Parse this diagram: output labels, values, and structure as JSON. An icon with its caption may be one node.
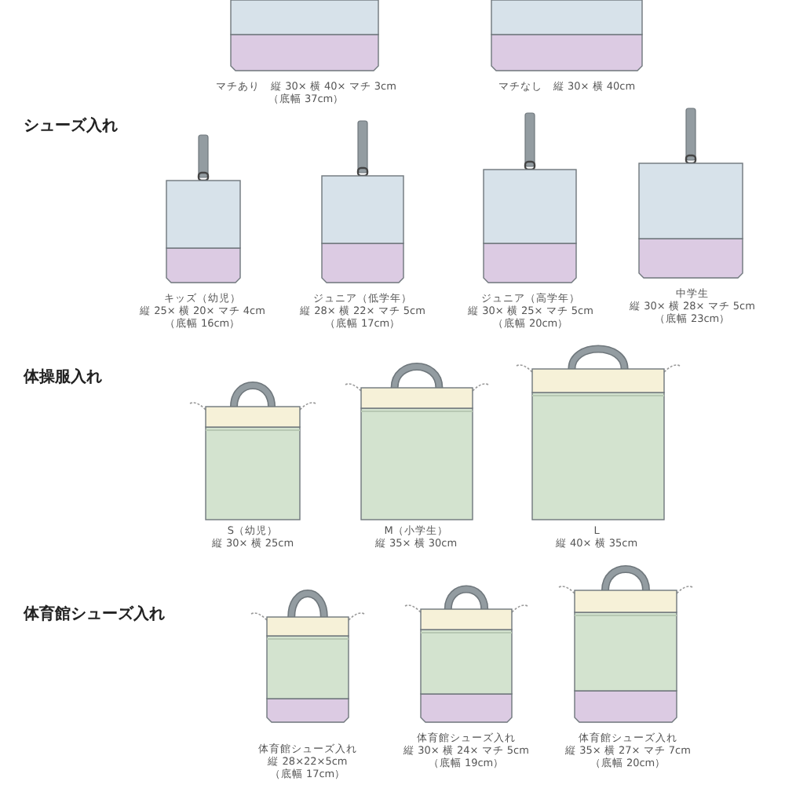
{
  "diagram": {
    "labels": [
      "マチあり　縦 30× 横 40× マチ 3cm",
      "（底幅 37cm）",
      "マチなし　縦 30× 横 40cm",
      "シューズ入れ",
      "キッズ（幼児）",
      "縦 25× 横 20× マチ 4cm",
      "（底幅 16cm）",
      "ジュニア（低学年）",
      "縦 28× 横 22× マチ 5cm",
      "（底幅 17cm）",
      "ジュニア（高学年）",
      "縦 30× 横 25× マチ 5cm",
      "（底幅 20cm）",
      "中学生",
      "縦 30× 横 28× マチ 5cm",
      "（底幅 23cm）",
      "体操服入れ",
      "S（幼児）",
      "縦 30× 横 25cm",
      "M（小学生）",
      "縦 35× 横 30cm",
      "L",
      "縦 40× 横 35cm",
      "体育館シューズ入れ",
      "体育館シューズ入れ",
      "縦 28×22×5cm",
      "（底幅 17cm）",
      "体育館シューズ入れ",
      "縦 30× 横 24× マチ 5cm",
      "（底幅 19cm）",
      "体育館シューズ入れ",
      "縦 35× 横 27× マチ 7cm",
      "（底幅 20cm）"
    ]
  }
}
